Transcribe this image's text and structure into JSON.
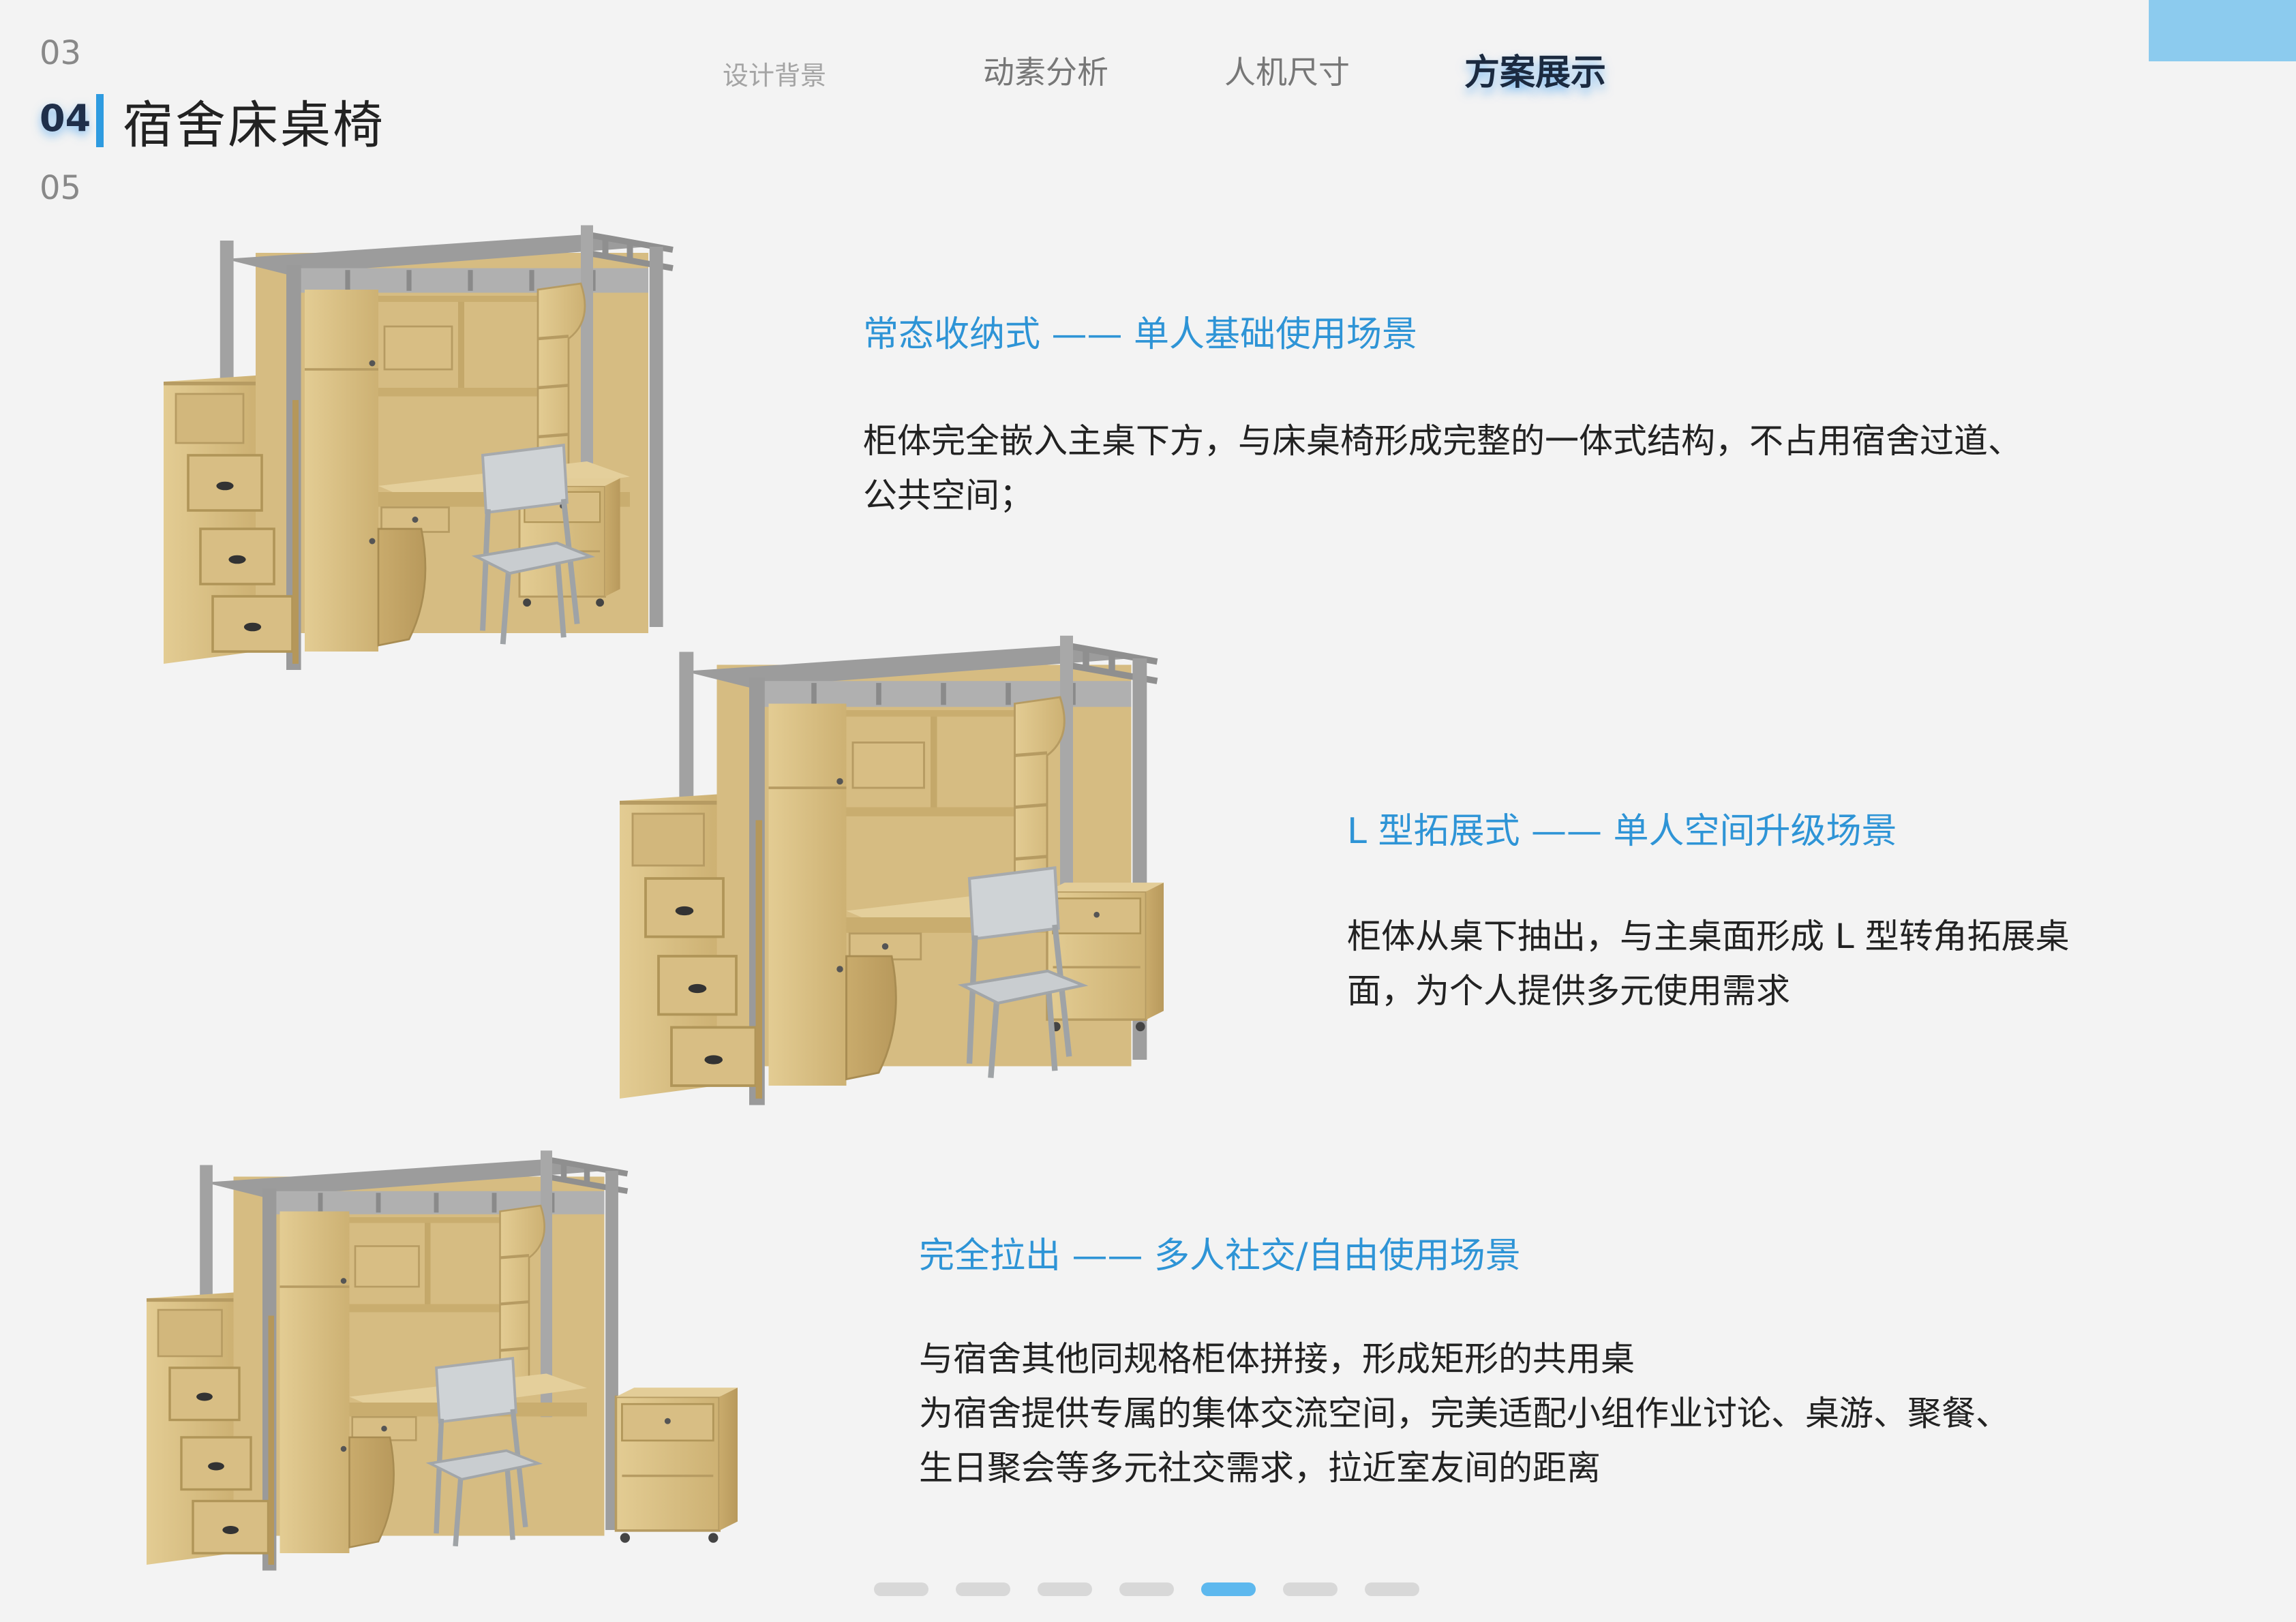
{
  "chapters": [
    {
      "num": "03",
      "active": false
    },
    {
      "num": "04",
      "active": true,
      "title": "宿舍床桌椅"
    },
    {
      "num": "05",
      "active": false
    }
  ],
  "nav": [
    {
      "label": "设计背景",
      "state": "small"
    },
    {
      "label": "动素分析",
      "state": "normal"
    },
    {
      "label": "人机尺寸",
      "state": "normal"
    },
    {
      "label": "方案展示",
      "state": "active"
    }
  ],
  "sections": [
    {
      "heading": "常态收纳式 —— 单人基础使用场景",
      "body": [
        "柜体完全嵌入主桌下方，与床桌椅形成完整的一体式结构，不占用宿舍过道、",
        "公共空间；"
      ]
    },
    {
      "heading": "L 型拓展式 —— 单人空间升级场景",
      "body": [
        "柜体从桌下抽出，与主桌面形成 L 型转角拓展桌",
        "面，为个人提供多元使用需求"
      ]
    },
    {
      "heading": "完全拉出 —— 多人社交/自由使用场景",
      "body": [
        "与宿舍其他同规格柜体拼接，形成矩形的共用桌",
        "为宿舍提供专属的集体交流空间，完美适配小组作业讨论、桌游、聚餐、",
        "生日聚会等多元社交需求，拉近室友间的距离"
      ]
    }
  ],
  "pagination": {
    "count": 7,
    "active_index": 4
  },
  "colors": {
    "accent": "#2e94d6",
    "corner_tab": "#8ccbee",
    "wood": "#ddc48a",
    "metal": "#a9a9a9"
  }
}
